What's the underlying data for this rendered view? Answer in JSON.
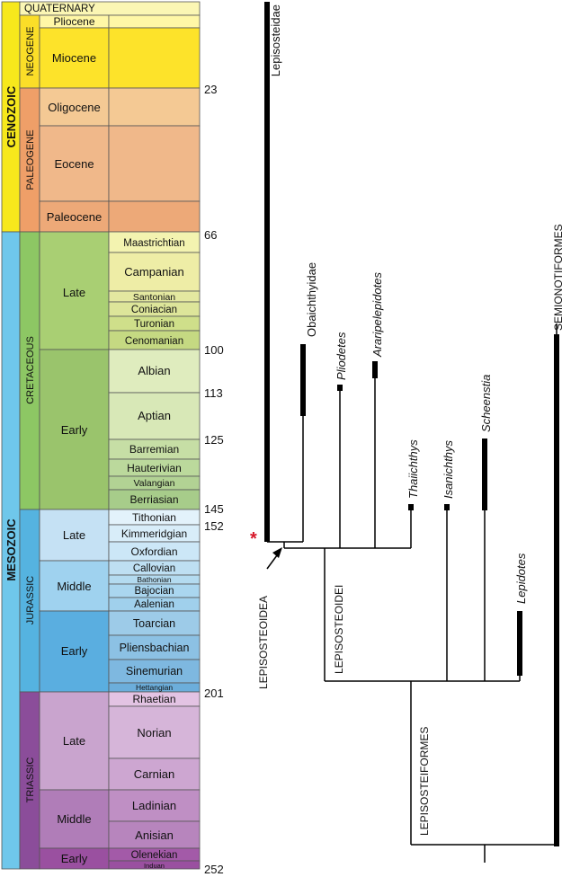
{
  "timescale": {
    "eras": [
      {
        "label": "CENOZOIC",
        "color": "#f7e81c"
      },
      {
        "label": "MESOZOIC",
        "color": "#6fc7eb"
      }
    ],
    "periods": [
      {
        "label": "QUATERNARY",
        "color": "#fbf6b4"
      },
      {
        "label": "NEOGENE",
        "color": "#fbde28"
      },
      {
        "label": "PALEOGENE",
        "color": "#ef9f68"
      },
      {
        "label": "CRETACEOUS",
        "color": "#8dc764"
      },
      {
        "label": "JURASSIC",
        "color": "#55b3e0"
      },
      {
        "label": "TRIASSIC",
        "color": "#8b4d9a"
      }
    ],
    "epochs": [
      {
        "label": "Pliocene",
        "color": "#fff7a6"
      },
      {
        "label": "Miocene",
        "color": "#fde32a"
      },
      {
        "label": "Oligocene",
        "color": "#f4c994"
      },
      {
        "label": "Eocene",
        "color": "#f0b88a"
      },
      {
        "label": "Paleocene",
        "color": "#eda978"
      },
      {
        "label": "Late",
        "color": "#a9cf73"
      },
      {
        "label": "Early",
        "color": "#9ac46c"
      },
      {
        "label": "Late",
        "color": "#c5e1f4"
      },
      {
        "label": "Middle",
        "color": "#9fd2ef"
      },
      {
        "label": "Early",
        "color": "#5aaee0"
      },
      {
        "label": "Late",
        "color": "#c9a4ce"
      },
      {
        "label": "Middle",
        "color": "#b07db8"
      },
      {
        "label": "Early",
        "color": "#9a50a0"
      }
    ],
    "stages": [
      {
        "label": "",
        "color": "#fff7a6"
      },
      {
        "label": "",
        "color": "#fde32a"
      },
      {
        "label": "",
        "color": "#f4c994"
      },
      {
        "label": "",
        "color": "#f0b88a"
      },
      {
        "label": "",
        "color": "#eda978"
      },
      {
        "label": "Maastrichtian",
        "color": "#f3f3b0"
      },
      {
        "label": "Campanian",
        "color": "#eeeda6"
      },
      {
        "label": "Santonian",
        "color": "#e4e8a0"
      },
      {
        "label": "Coniacian",
        "color": "#dde59a"
      },
      {
        "label": "Turonian",
        "color": "#cfdf8a"
      },
      {
        "label": "Cenomanian",
        "color": "#c5d982"
      },
      {
        "label": "Albian",
        "color": "#dfecbe"
      },
      {
        "label": "Aptian",
        "color": "#d8e8b7"
      },
      {
        "label": "Barremian",
        "color": "#c6dea5"
      },
      {
        "label": "Hauterivian",
        "color": "#bbd99c"
      },
      {
        "label": "Valangian",
        "color": "#b2d294"
      },
      {
        "label": "Berriasian",
        "color": "#a7cc8a"
      },
      {
        "label": "Tithonian",
        "color": "#e3f2fb"
      },
      {
        "label": "Kimmeridgian",
        "color": "#d8edf9"
      },
      {
        "label": "Oxfordian",
        "color": "#cce7f7"
      },
      {
        "label": "Callovian",
        "color": "#bedff2"
      },
      {
        "label": "Bathonian",
        "color": "#b4dbf0"
      },
      {
        "label": "Bajocian",
        "color": "#aad6ef"
      },
      {
        "label": "Aalenian",
        "color": "#a0d0ec"
      },
      {
        "label": "Toarcian",
        "color": "#9dcbe8"
      },
      {
        "label": "Pliensbachian",
        "color": "#8cc1e4"
      },
      {
        "label": "Sinemurian",
        "color": "#7eb8e0"
      },
      {
        "label": "Hettangian",
        "color": "#6caedb"
      },
      {
        "label": "Rhaetian",
        "color": "#e3c3e3"
      },
      {
        "label": "Norian",
        "color": "#d6b5d9"
      },
      {
        "label": "Carnian",
        "color": "#cda6d1"
      },
      {
        "label": "Ladinian",
        "color": "#bf8fc4"
      },
      {
        "label": "Anisian",
        "color": "#b785bd"
      },
      {
        "label": "Olenekian",
        "color": "#a35aa8"
      },
      {
        "label": "Induan",
        "color": "#9a50a0"
      }
    ],
    "ages": [
      "23",
      "66",
      "100",
      "113",
      "125",
      "145",
      "152",
      "201",
      "252"
    ]
  },
  "tree": {
    "taxa": [
      {
        "name": "Lepisosteidae",
        "italic": false,
        "first_ma": 152,
        "last_ma": 0
      },
      {
        "name": "Obaichthyidae",
        "italic": false,
        "first_ma": 107,
        "last_ma": 95
      },
      {
        "name": "Pliodetes",
        "italic": true,
        "first_ma": 113,
        "last_ma": 113
      },
      {
        "name": "Araripelepidotes",
        "italic": true,
        "first_ma": 113,
        "last_ma": 111
      },
      {
        "name": "Thaiichthys",
        "italic": true,
        "first_ma": 138,
        "last_ma": 138
      },
      {
        "name": "Isanichthys",
        "italic": true,
        "first_ma": 138,
        "last_ma": 138
      },
      {
        "name": "Scheenstia",
        "italic": true,
        "first_ma": 147,
        "last_ma": 125
      },
      {
        "name": "Lepidotes",
        "italic": true,
        "first_ma": 200,
        "last_ma": 182
      },
      {
        "name": "SEMIONOTIFORMES",
        "italic": false,
        "first_ma": 252,
        "last_ma": 100
      }
    ],
    "clades": [
      "LEPISOSTEOIDEA",
      "LEPISOSTEOIDEI",
      "LEPISOSTEIFORMES"
    ],
    "marker": "*",
    "marker_color": "#d7182a"
  }
}
